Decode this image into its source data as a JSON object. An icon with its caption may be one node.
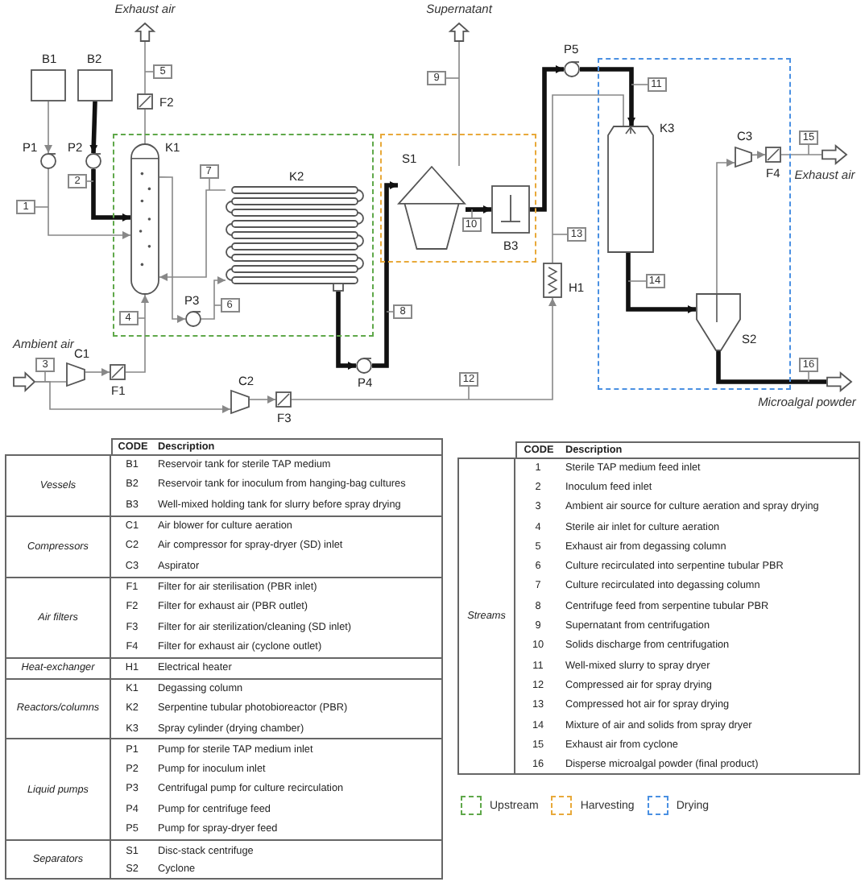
{
  "diagram": {
    "nodes": [
      {
        "text": [],
        "shape": "arrow",
        "beside": [
          "Exhaust air"
        ]
      },
      {
        "text": [],
        "shape": "arrow",
        "beside": [
          "Supernatant"
        ]
      },
      {
        "text": [
          "B1"
        ]
      },
      {
        "text": [
          "B2"
        ]
      },
      {
        "text": [
          "P1"
        ]
      },
      {
        "text": [
          "P2"
        ]
      },
      {
        "text": [
          "F2"
        ]
      },
      {
        "text": [
          "P5"
        ]
      },
      {
        "text": [],
        "shape": "box"
      },
      {
        "text": [
          "K1"
        ],
        "in": 8
      },
      {
        "text": [
          "K2"
        ],
        "in": 8
      },
      {
        "text": [
          "P3"
        ],
        "in": 8
      },
      {
        "text": [],
        "shape": "box"
      },
      {
        "text": [
          "S1"
        ],
        "in": 12
      },
      {
        "text": [
          "B3"
        ],
        "in": 12
      },
      {
        "text": [],
        "shape": "box"
      },
      {
        "text": [
          "K3"
        ],
        "in": 15
      },
      {
        "text": [
          "C3"
        ],
        "in": 15
      },
      {
        "text": [
          "F4"
        ],
        "in": 15
      },
      {
        "text": [
          "S2"
        ],
        "in": 15
      },
      {
        "text": [],
        "shape": "arrow",
        "beside": [
          "Exhaust air"
        ]
      },
      {
        "text": [
          "H1"
        ]
      },
      {
        "text": [
          "P4"
        ]
      },
      {
        "text": [],
        "shape": "arrow"
      },
      {
        "text": [
          "C1"
        ]
      },
      {
        "text": [
          "F1"
        ]
      },
      {
        "text": [
          "C2"
        ]
      },
      {
        "text": [
          "F3"
        ]
      },
      {
        "text": [],
        "shape": "arrow",
        "beside": [
          "Microalgal powder"
        ]
      },
      {
        "text": [
          "1"
        ]
      },
      {
        "text": [
          "2"
        ]
      },
      {
        "text": [
          "3"
        ]
      },
      {
        "text": [
          "4"
        ],
        "in": 8
      },
      {
        "text": [
          "5"
        ]
      },
      {
        "text": [
          "6"
        ],
        "in": 8
      },
      {
        "text": [
          "7"
        ],
        "in": 8
      },
      {
        "text": [
          "8"
        ]
      },
      {
        "text": [
          "9"
        ]
      },
      {
        "text": [
          "10"
        ],
        "in": 12
      },
      {
        "text": [
          "11"
        ],
        "in": 15
      },
      {
        "text": [
          "12"
        ]
      },
      {
        "text": [
          "13"
        ]
      },
      {
        "text": [
          "14"
        ],
        "in": 15
      },
      {
        "text": [
          "15"
        ]
      },
      {
        "text": [
          "16"
        ]
      }
    ],
    "edges": [
      {
        "from": 2,
        "to": 4,
        "arrow": "to"
      },
      {
        "from": 4,
        "to": 9,
        "arrow": "to"
      },
      {
        "from": 3,
        "to": 5,
        "arrow": "to",
        "style": "thick",
        "color": "#111111"
      },
      {
        "from": 5,
        "to": 9,
        "arrow": "to",
        "style": "thick",
        "color": "#111111"
      },
      {
        "from": 9,
        "to": 6,
        "arrow": "none"
      },
      {
        "from": 6,
        "to": 0,
        "arrow": "none"
      },
      {
        "from": 23,
        "to": 24,
        "arrow": "none"
      },
      {
        "from": 23,
        "to": 26,
        "arrow": "to"
      },
      {
        "from": 24,
        "to": 25,
        "arrow": "to"
      },
      {
        "from": 25,
        "to": 9,
        "arrow": "to"
      },
      {
        "from": 9,
        "to": 11,
        "arrow": "to"
      },
      {
        "from": 11,
        "to": 10,
        "arrow": "to"
      },
      {
        "from": 10,
        "to": 9,
        "arrow": "to"
      },
      {
        "from": 10,
        "to": 22,
        "arrow": "to",
        "style": "thick",
        "color": "#111111"
      },
      {
        "from": 22,
        "to": 13,
        "arrow": "to",
        "style": "thick",
        "color": "#111111"
      },
      {
        "from": 13,
        "to": 1,
        "arrow": "none"
      },
      {
        "from": 13,
        "to": 14,
        "arrow": "to",
        "style": "thick",
        "color": "#111111"
      },
      {
        "from": 14,
        "to": 7,
        "arrow": "to",
        "style": "thick",
        "color": "#111111"
      },
      {
        "from": 7,
        "to": 16,
        "arrow": "to",
        "style": "thick",
        "color": "#111111"
      },
      {
        "from": 26,
        "to": 27,
        "arrow": "to"
      },
      {
        "from": 27,
        "to": 21,
        "arrow": "to"
      },
      {
        "from": 21,
        "to": 16,
        "arrow": "none"
      },
      {
        "from": 16,
        "to": 19,
        "arrow": "to",
        "style": "thick",
        "color": "#111111"
      },
      {
        "from": 19,
        "to": 17,
        "arrow": "to"
      },
      {
        "from": 17,
        "to": 18,
        "arrow": "to"
      },
      {
        "from": 18,
        "to": 20,
        "arrow": "none"
      },
      {
        "from": 19,
        "to": 28,
        "arrow": "none",
        "style": "thick",
        "color": "#111111"
      },
      {
        "from": 29,
        "to": null,
        "arrow": "none"
      },
      {
        "from": 30,
        "to": null,
        "arrow": "none"
      },
      {
        "from": 31,
        "to": null,
        "arrow": "none"
      },
      {
        "from": 32,
        "to": null,
        "arrow": "none"
      },
      {
        "from": 33,
        "to": null,
        "arrow": "none"
      },
      {
        "from": 34,
        "to": null,
        "arrow": "none"
      },
      {
        "from": 35,
        "to": null,
        "arrow": "none"
      },
      {
        "from": 36,
        "to": null,
        "arrow": "none"
      },
      {
        "from": 37,
        "to": null,
        "arrow": "none"
      },
      {
        "from": 38,
        "to": null,
        "arrow": "none"
      },
      {
        "from": 39,
        "to": null,
        "arrow": "none"
      },
      {
        "from": 40,
        "to": null,
        "arrow": "none"
      },
      {
        "from": 41,
        "to": null,
        "arrow": "none"
      },
      {
        "from": 42,
        "to": null,
        "arrow": "none"
      },
      {
        "from": 43,
        "to": null,
        "arrow": "none"
      },
      {
        "from": 44,
        "to": null,
        "arrow": "none"
      }
    ],
    "labels": [
      "Ambient air",
      "CODE",
      "Description",
      "Vessels",
      "B1",
      "Reservoir tank for sterile TAP medium",
      "B2",
      "Reservoir tank for inoculum from hanging-bag cultures",
      "B3",
      "Well-mixed holding tank for slurry before spray drying",
      "Compressors",
      "C1",
      "Air blower for culture aeration",
      "C2",
      "Air compressor for spray-dryer (SD) inlet",
      "C3",
      "Aspirator",
      "Air filters",
      "F1",
      "Filter for air sterilisation (PBR inlet)",
      "F2",
      "Filter for exhaust air (PBR outlet)",
      "F3",
      "Filter for air sterilization/cleaning (SD inlet)",
      "F4",
      "Filter for exhaust air (cyclone outlet)",
      "Heat-exchanger",
      "H1",
      "Electrical heater",
      "Reactors/columns",
      "K1",
      "Degassing column",
      "K2",
      "Serpentine tubular photobioreactor (PBR)",
      "K3",
      "Spray cylinder (drying chamber)",
      "Liquid pumps",
      "P1",
      "Pump for sterile TAP medium inlet",
      "P2",
      "Pump for inoculum inlet",
      "P3",
      "Centrifugal pump for culture recirculation",
      "P4",
      "Pump for centrifuge feed",
      "P5",
      "Pump for spray-dryer feed",
      "Separators",
      "S1",
      "Disc-stack centrifuge",
      "S2",
      "Cyclone",
      "CODE",
      "Description",
      "Streams",
      "1",
      "Sterile TAP medium feed inlet",
      "2",
      "Inoculum feed inlet",
      "3",
      "Ambient air source for culture aeration and spray drying",
      "4",
      "Sterile air inlet for culture aeration",
      "5",
      "Exhaust air from degassing column",
      "6",
      "Culture recirculated into serpentine tubular PBR",
      "7",
      "Culture recirculated into degassing column",
      "8",
      "Centrifuge feed from serpentine tubular PBR",
      "9",
      "Supernatant from centrifugation",
      "10",
      "Solids discharge from centrifugation",
      "11",
      "Well-mixed slurry to spray dryer",
      "12",
      "Compressed air for spray drying",
      "13",
      "Compressed hot air for spray drying",
      "14",
      "Mixture of air and solids from spray dryer",
      "15",
      "Exhaust air from cyclone",
      "16",
      "Disperse microalgal powder (final product)"
    ],
    "legend": [
      {
        "text": "Upstream",
        "color": "#5fa84a"
      },
      {
        "text": "Harvesting",
        "color": "#e8a93a"
      },
      {
        "text": "Drying",
        "color": "#4a90e2"
      }
    ]
  }
}
